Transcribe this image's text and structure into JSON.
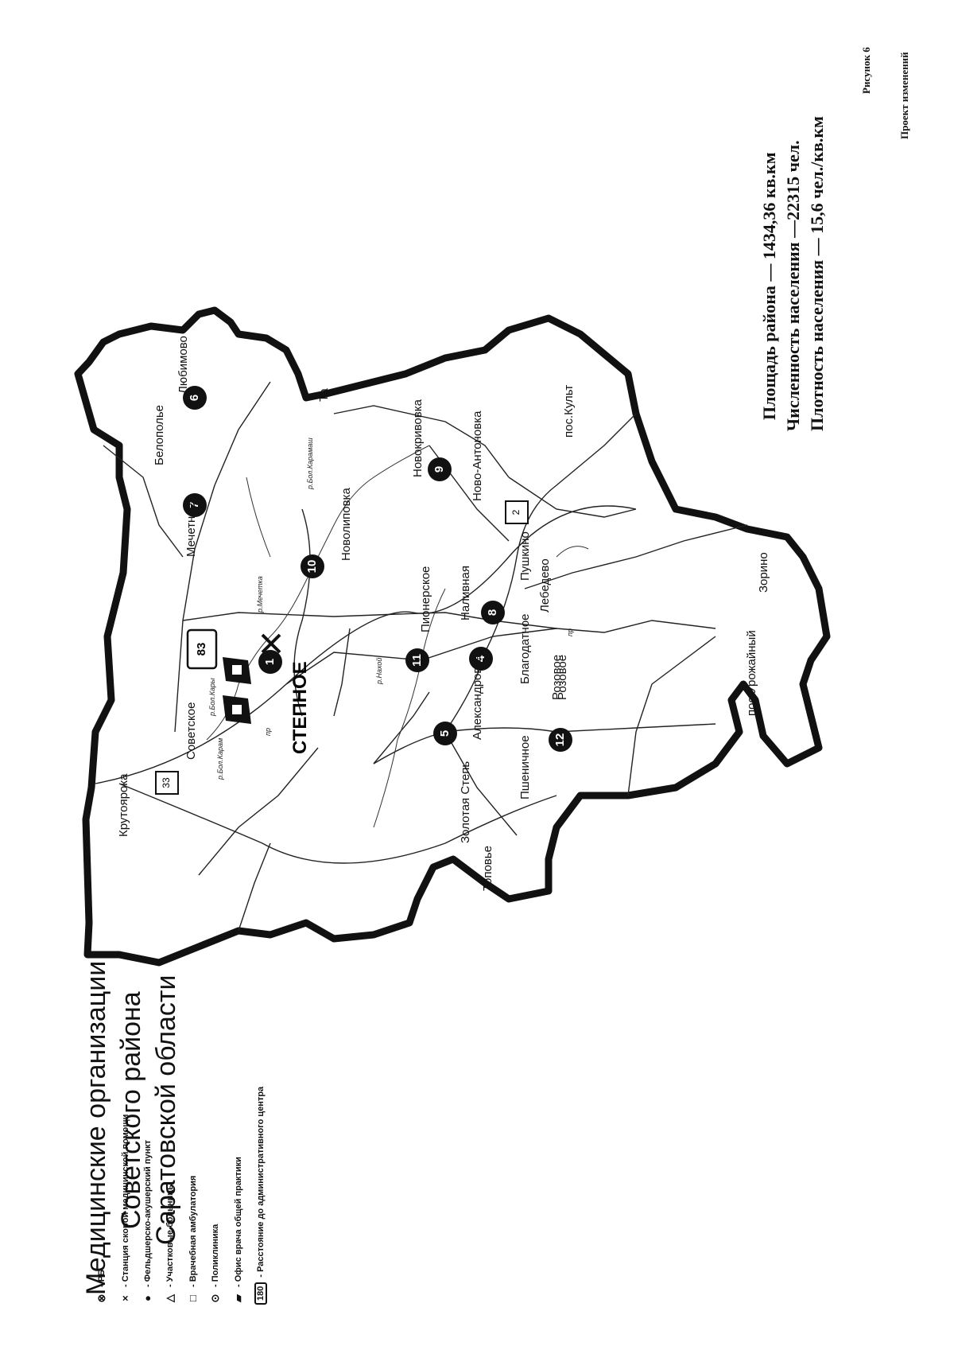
{
  "header": {
    "figure_label": "Рисунок 6",
    "draft_label": "Проект изменений"
  },
  "map": {
    "title_lines": [
      "Медицинские организации",
      "Советского района",
      "Саратовской области"
    ],
    "center_label": "СТЕПНОЕ",
    "settlements": [
      "Крутоярока",
      "Советское",
      "Мечетное",
      "Белополье",
      "Любимово",
      "Новокривовка",
      "Ново-Антоновка",
      "Новолиповка",
      "Пионерское",
      "Наливная",
      "Пушкино",
      "Лебедево",
      "Благодатное",
      "Розовое",
      "Александровка",
      "Золотая Степь",
      "Пшеничное",
      "Розовое",
      "пос.Урожайный",
      "Зоринo",
      "пос.Культ",
      "Та",
      "Топовье"
    ],
    "rivers": [
      "р.Бол.Карамаш",
      "р.Мечетка",
      "р.Нахой",
      "р.Бол.Карам",
      "р.Бол.Кары",
      "пр",
      "пр"
    ],
    "facility_markers": [
      "1",
      "4",
      "5",
      "6",
      "7",
      "8",
      "9",
      "10",
      "11",
      "12"
    ],
    "distance_boxes": [
      "83",
      "33",
      "2"
    ]
  },
  "legend": {
    "items": [
      {
        "symbol": "⊗",
        "label": "РБ"
      },
      {
        "symbol": "×",
        "label": "Станция скорой медицинской помощи"
      },
      {
        "symbol": "●",
        "label": "Фельдшерско-акушерский пункт"
      },
      {
        "symbol": "△",
        "label": "Участковые больницы"
      },
      {
        "symbol": "□",
        "label": "Врачебная амбулатория"
      },
      {
        "symbol": "⊙",
        "label": "Поликлиника"
      },
      {
        "symbol": "▰",
        "label": "Офис врача общей практики"
      },
      {
        "symbol": "180",
        "label": "Расстояние до административного центра"
      }
    ]
  },
  "stats": {
    "area": "Площадь района — 1434,36 кв.км",
    "population": "Численность населения —22315 чел.",
    "density": "Плотность населения — 15,6 чел./кв.км"
  }
}
